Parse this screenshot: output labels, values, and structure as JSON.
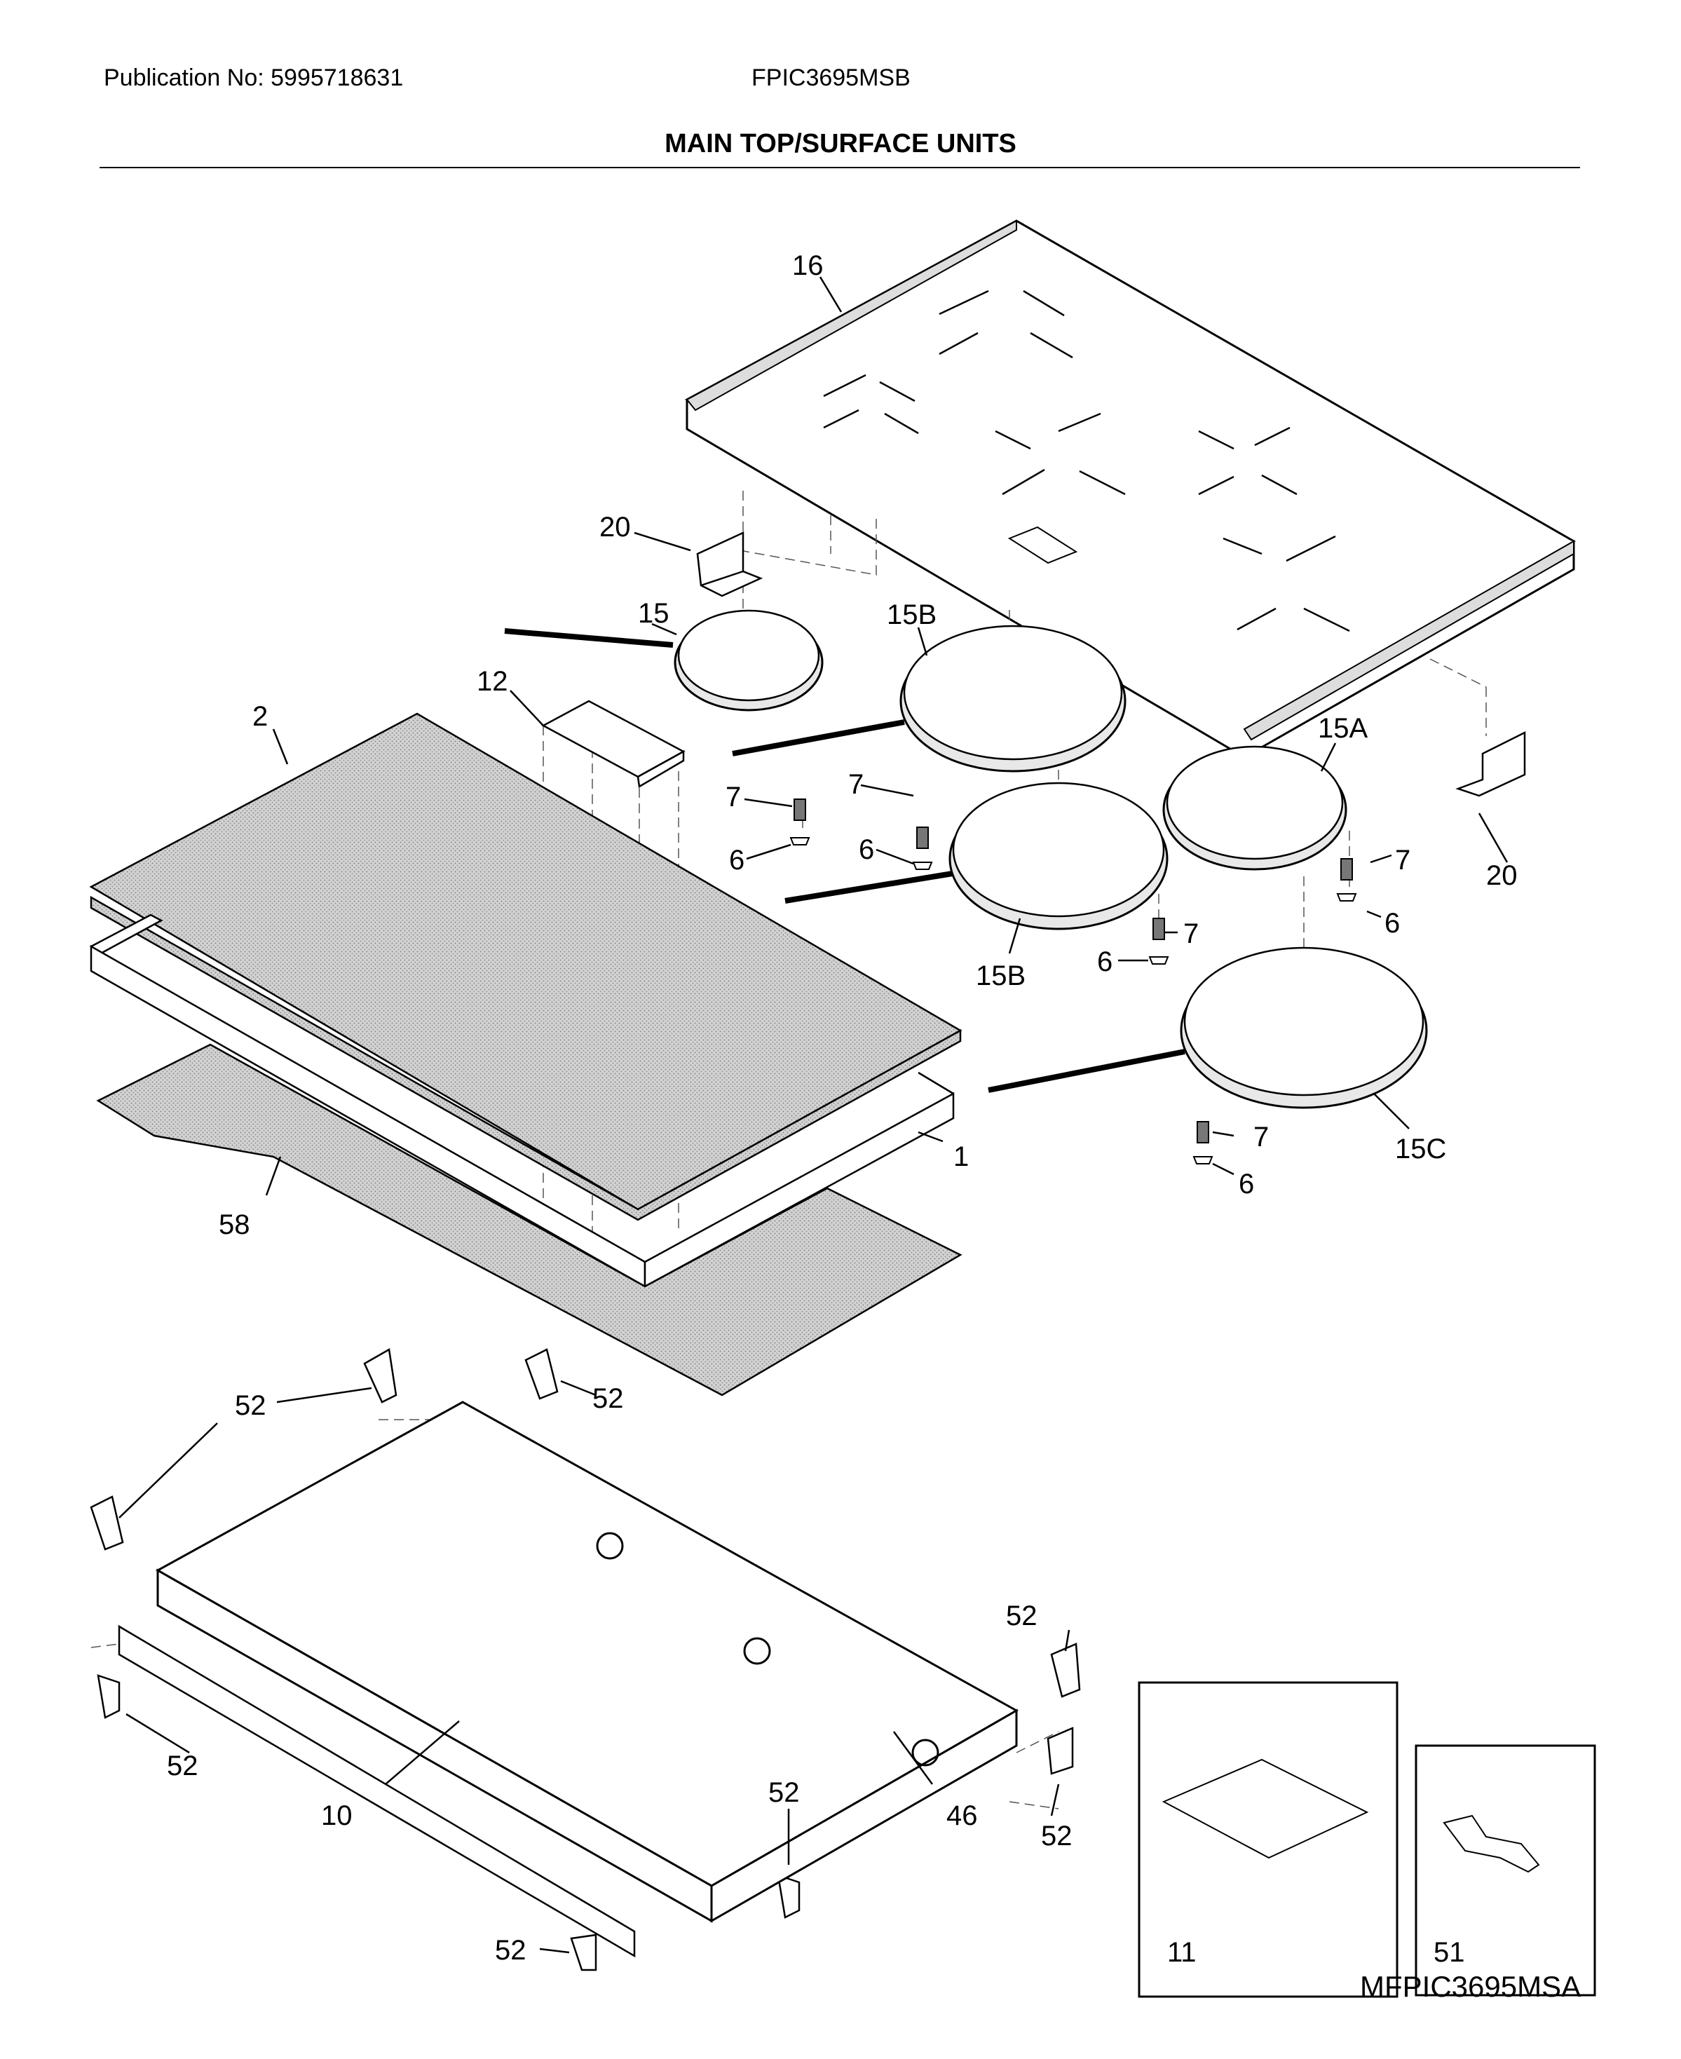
{
  "header": {
    "publication": "Publication No: 5995718631",
    "model": "FPIC3695MSB",
    "title": "MAIN TOP/SURFACE UNITS"
  },
  "figure_code": "MFPIC3695MSA",
  "callouts": {
    "c16": "16",
    "c20a": "20",
    "c20b": "20",
    "c15": "15",
    "c15b_top": "15B",
    "c15b_bottom": "15B",
    "c15a": "15A",
    "c15c": "15C",
    "c12": "12",
    "c2": "2",
    "c1": "1",
    "c58": "58",
    "c7a": "7",
    "c7b": "7",
    "c7c": "7",
    "c7d": "7",
    "c7e": "7",
    "c6a": "6",
    "c6b": "6",
    "c6c": "6",
    "c6d": "6",
    "c6e": "6",
    "c52a": "52",
    "c52b": "52",
    "c52c": "52",
    "c52d": "52",
    "c52e": "52",
    "c52f": "52",
    "c52g": "52",
    "c10": "10",
    "c46": "46",
    "c11": "11",
    "c51": "51"
  }
}
